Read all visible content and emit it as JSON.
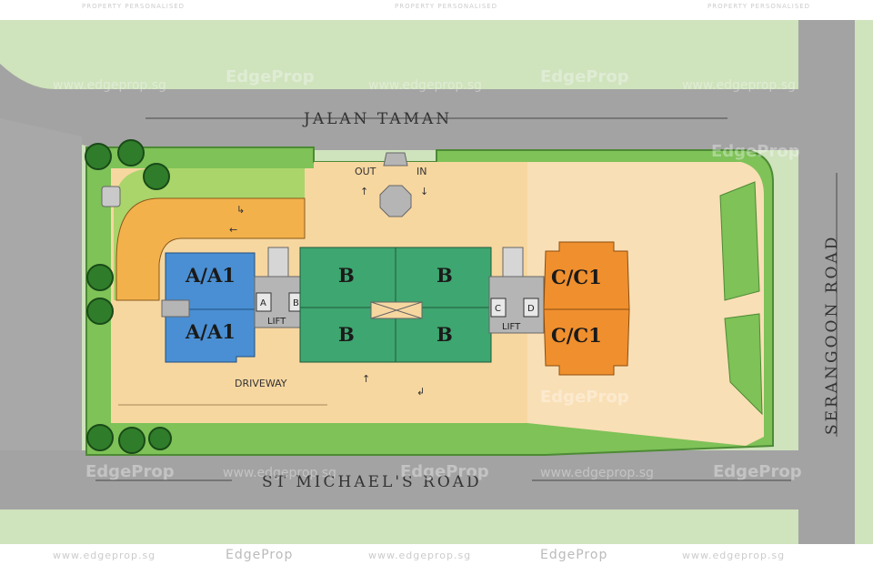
{
  "roads": {
    "north": "JALAN TAMAN",
    "south": "ST MICHAEL'S ROAD",
    "east": "SERANGOON ROAD"
  },
  "blocks": {
    "a_upper": "A/A1",
    "a_lower": "A/A1",
    "b_upper_left": "B",
    "b_upper_right": "B",
    "b_lower_left": "B",
    "b_lower_right": "B",
    "c_upper": "C/C1",
    "c_lower": "C/C1"
  },
  "lift_left": {
    "label": "LIFT",
    "left": "A",
    "right": "B"
  },
  "lift_right": {
    "label": "LIFT",
    "left": "C",
    "right": "D"
  },
  "labels": {
    "driveway": "DRIVEWAY",
    "out": "OUT",
    "in": "IN"
  },
  "watermark": {
    "brand": "EdgeProp",
    "tagline": "PROPERTY PERSONALISED",
    "url": "www.edgeprop.sg"
  },
  "colors": {
    "road": "#a2a2a2",
    "grass": "#cfe3bd",
    "landscape": "#7ec258",
    "site": "#f7d7a0",
    "block_a": "#4a8fd3",
    "block_b": "#3ea670",
    "block_c": "#f08f2e",
    "core": "#b5b5b5"
  }
}
